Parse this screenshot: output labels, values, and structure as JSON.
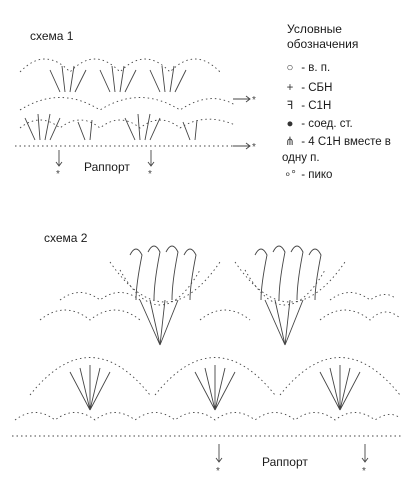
{
  "scheme1": {
    "title": "схема 1",
    "repeat_label": "Раппорт",
    "arrow_note": "*"
  },
  "scheme2": {
    "title": "схема 2",
    "repeat_label": "Раппорт",
    "arrow_note": "*"
  },
  "legend": {
    "title": "Условные обозначения",
    "items": [
      {
        "icon": "chain-stitch-icon",
        "glyph": "○",
        "sep": "-",
        "text": "в. п."
      },
      {
        "icon": "single-crochet-icon",
        "glyph": "+",
        "sep": "-",
        "text": "СБН"
      },
      {
        "icon": "double-crochet-icon",
        "glyph": "ꟻ",
        "sep": "-",
        "text": "С1Н"
      },
      {
        "icon": "slip-stitch-icon",
        "glyph": "●",
        "sep": "-",
        "text": "соед. ст."
      },
      {
        "icon": "dc4tog-icon",
        "glyph": "⋔",
        "sep": "-",
        "text": "4 С1Н вместе в одну п."
      },
      {
        "icon": "picot-icon",
        "glyph": "∘°",
        "sep": "-",
        "text": "пико"
      }
    ]
  },
  "colors": {
    "ink": "#3a3a3a",
    "background": "#ffffff"
  }
}
